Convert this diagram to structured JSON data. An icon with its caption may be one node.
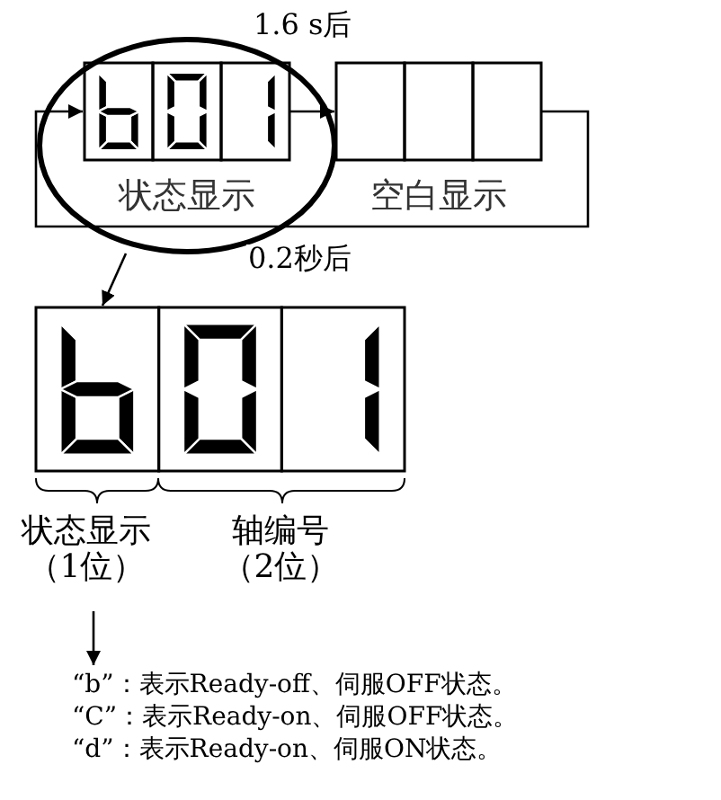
{
  "diagram": {
    "nodes": [
      {
        "text": [
          "状态显示"
        ],
        "in": 2
      },
      {
        "text": [
          "空白显示"
        ]
      },
      {
        "text": [],
        "shape": "ellipse"
      },
      {
        "text": [],
        "shape": "box"
      },
      {
        "text": [
          "状态显示（1位）"
        ]
      },
      {
        "text": [
          "“b”：表示Ready-off、伺服OFF状态。",
          "“C”：表示Ready-on、伺服OFF状态。",
          "“d”：表示Ready-on、伺服ON状态。"
        ]
      }
    ],
    "edges": [
      {
        "from": 0,
        "to": 1,
        "arrow": "to",
        "label": "1.6 s后"
      },
      {
        "from": 1,
        "to": 0,
        "arrow": "to",
        "label": "0.2秒后"
      },
      {
        "from": 2,
        "to": 3,
        "arrow": "to"
      },
      {
        "from": 4,
        "to": 5,
        "arrow": "to"
      }
    ],
    "labels": [
      "轴编号（2位）"
    ]
  }
}
